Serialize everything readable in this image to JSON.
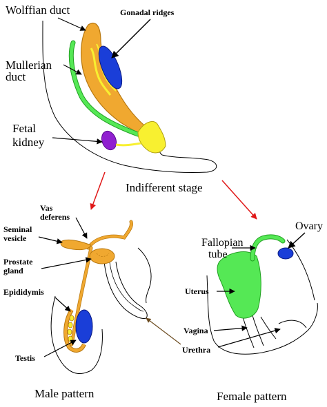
{
  "labels": {
    "wolffian_duct": "Wolffian duct",
    "gonadal_ridges": "Gonadal ridges",
    "mullerian_duct_1": "Mullerian",
    "mullerian_duct_2": "duct",
    "fetal_kidney_1": "Fetal",
    "fetal_kidney_2": "kidney",
    "indifferent_stage": "Indifferent stage",
    "vas_deferens_1": "Vas",
    "vas_deferens_2": "deferens",
    "seminal_vesicle_1": "Seminal",
    "seminal_vesicle_2": "vesicle",
    "prostate_gland_1": "Prostate",
    "prostate_gland_2": "gland",
    "epididymis": "Epididymis",
    "testis": "Testis",
    "male_pattern": "Male pattern",
    "fallopian_tube_1": "Fallopian",
    "fallopian_tube_2": "tube",
    "ovary": "Ovary",
    "uterus": "Uterus",
    "vagina": "Vagina",
    "urethra": "Urethra",
    "female_pattern": "Female pattern"
  },
  "colors": {
    "orange": "#f0a830",
    "orange_stroke": "#b87810",
    "blue": "#1a3ed8",
    "green": "#55e855",
    "green_stroke": "#22a022",
    "yellow": "#f8f030",
    "purple": "#9020d0",
    "arrow_red": "#e01818",
    "arrow_brown": "#6b4a1e"
  }
}
